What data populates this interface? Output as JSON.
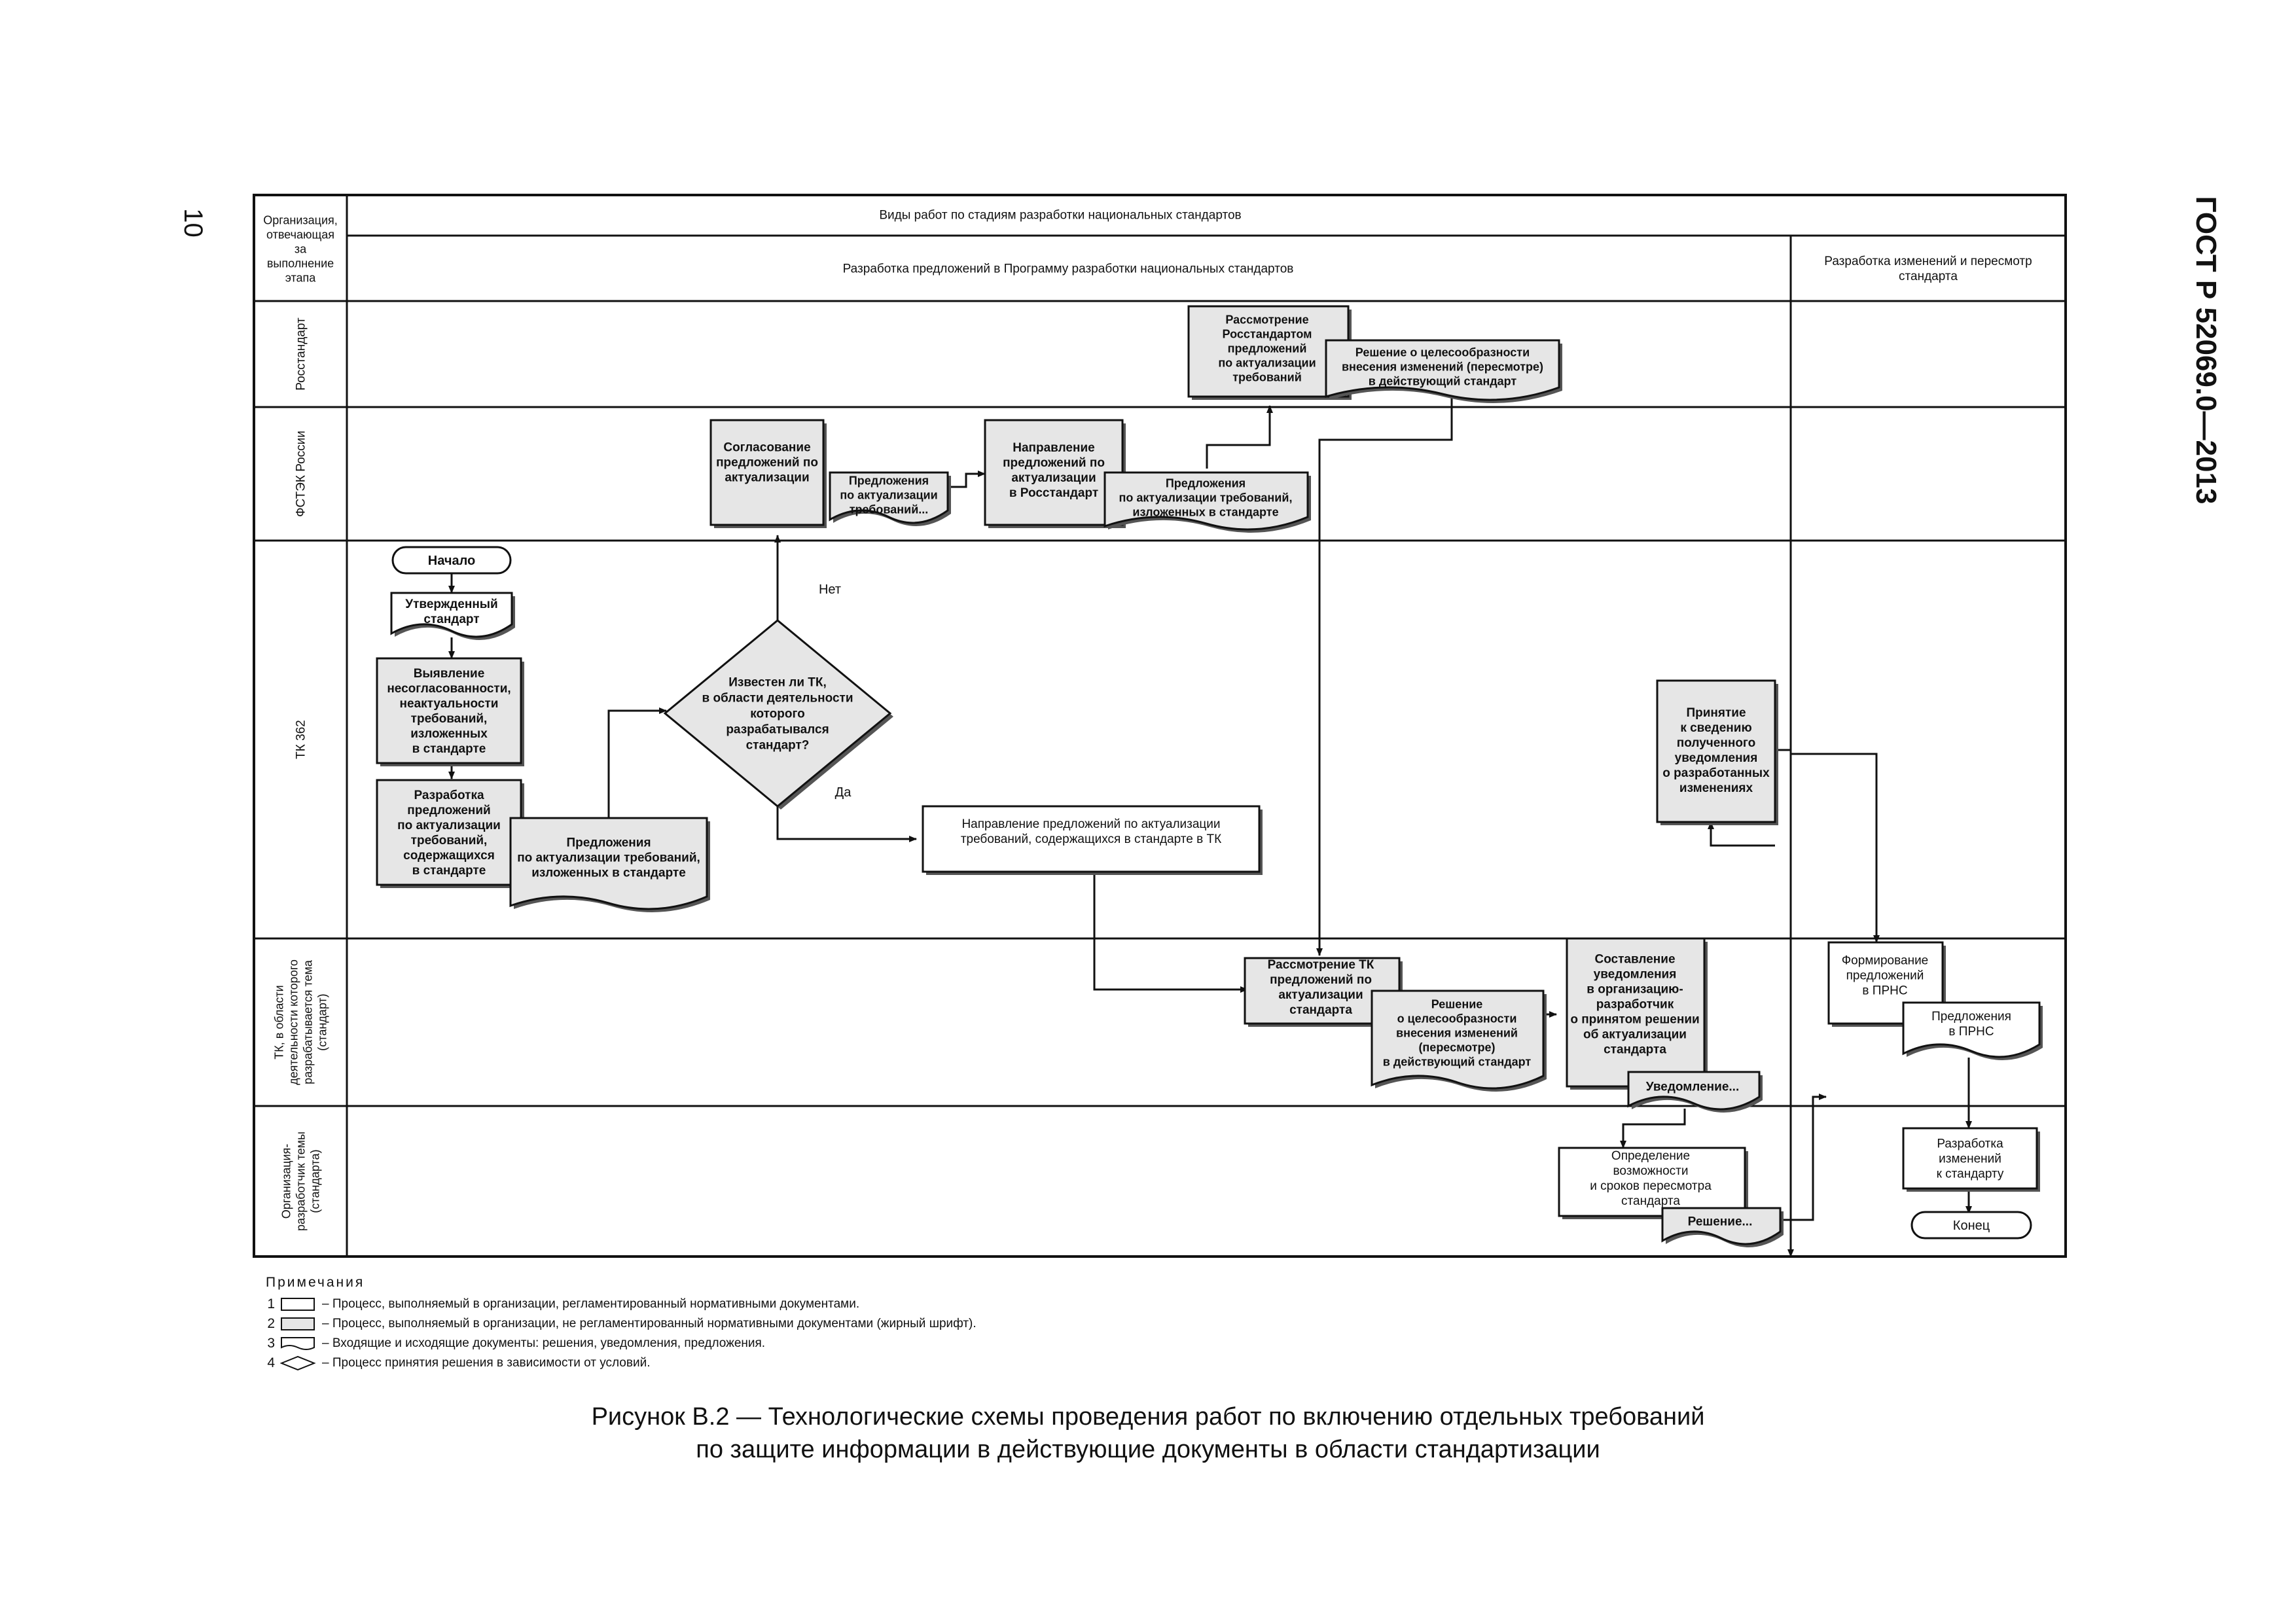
{
  "page": {
    "number": "10",
    "standard": "ГОСТ Р 52069.0—2013"
  },
  "table_header": {
    "org_header": [
      "Организация,",
      "отвечающая",
      "за",
      "выполнение",
      "этапа"
    ],
    "main_header": "Виды работ по стадиям разработки национальных стандартов",
    "stage_development": "Разработка предложений в Программу разработки национальных стандартов",
    "stage_revision": [
      "Разработка изменений и пересмотр",
      "стандарта"
    ]
  },
  "lanes": {
    "rosstandart": "Росстандарт",
    "fstek": "ФСТЭК России",
    "tk362": "ТК 362",
    "tk_area": [
      "ТК, в области",
      "деятельности которого",
      "разрабатывается тема",
      "(стандарт)"
    ],
    "org_dev": [
      "Организация-",
      "разработчик темы",
      "(стандарта)"
    ]
  },
  "nodes": {
    "start": "Начало",
    "approved_std": [
      "Утвержденный",
      "стандарт"
    ],
    "identify": [
      "Выявление",
      "несогласованности,",
      "неактуальности",
      "требований,",
      "изложенных",
      "в стандарте"
    ],
    "develop": [
      "Разработка",
      "предложений",
      "по актуализации",
      "требований,",
      "содержащихся",
      "в стандарте"
    ],
    "doc_proposals_tk": [
      "Предложения",
      "по актуализации требований,",
      "изложенных в стандарте"
    ],
    "decision": [
      "Известен ли ТК,",
      "в области деятельности",
      "которого",
      "разрабатывался",
      "стандарт?"
    ],
    "no_label": "Нет",
    "yes_label": "Да",
    "agree": [
      "Согласование",
      "предложений по",
      "актуализации"
    ],
    "doc_fstek1": [
      "Предложения",
      "по актуализации",
      "требований..."
    ],
    "direct": [
      "Направление",
      "предложений по",
      "актуализации",
      "в Росстандарт"
    ],
    "doc_fstek2": [
      "Предложения",
      "по актуализации требований,",
      "изложенных в стандарте"
    ],
    "review_rs": [
      "Рассмотрение",
      "Росстандартом",
      "предложений",
      "по актуализации",
      "требований"
    ],
    "doc_rs": [
      "Решение о целесообразности",
      "внесения изменений (пересмотре)",
      "в действующий стандарт"
    ],
    "direct_tk": [
      "Направление предложений по актуализации",
      "требований, содержащихся в стандарте в ТК"
    ],
    "review_tk": [
      "Рассмотрение ТК",
      "предложений по",
      "актуализации",
      "стандарта"
    ],
    "doc_tk_decision": [
      "Решение",
      "о целесообразности",
      "внесения изменений",
      "(пересмотре)",
      "в действующий стандарт"
    ],
    "compose": [
      "Составление",
      "уведомления",
      "в организацию-",
      "разработчик",
      "о принятом решении",
      "об актуализации",
      "стандарта"
    ],
    "doc_notice": "Уведомление...",
    "determine": [
      "Определение",
      "возможности",
      "и сроков пересмотра",
      "стандарта"
    ],
    "doc_decision_short": "Решение...",
    "accept": [
      "Принятие",
      "к сведению",
      "полученного",
      "уведомления",
      "о разработанных",
      "изменениях"
    ],
    "form_prns": [
      "Формирование",
      "предложений",
      "в ПРНС"
    ],
    "doc_prns": [
      "Предложения",
      "в ПРНС"
    ],
    "develop_changes": [
      "Разработка",
      "изменений",
      "к стандарту"
    ],
    "end": "Конец"
  },
  "notes": {
    "heading": "Примечания",
    "items": [
      {
        "num": "1",
        "text": "– Процесс, выполняемый в организации, регламентированный нормативными документами."
      },
      {
        "num": "2",
        "text": "– Процесс, выполняемый в организации, не регламентированный нормативными документами (жирный шрифт)."
      },
      {
        "num": "3",
        "text": "– Входящие и исходящие документы: решения, уведомления, предложения."
      },
      {
        "num": "4",
        "text": "– Процесс принятия решения в зависимости от условий."
      }
    ]
  },
  "caption": [
    "Рисунок  В.2 — Технологические схемы проведения работ по включению отдельных требований",
    "по защите информации в действующие документы в области стандартизации"
  ],
  "colors": {
    "line": "#111111",
    "fill_gray": "#e6e6e6",
    "fill_white": "#ffffff"
  }
}
